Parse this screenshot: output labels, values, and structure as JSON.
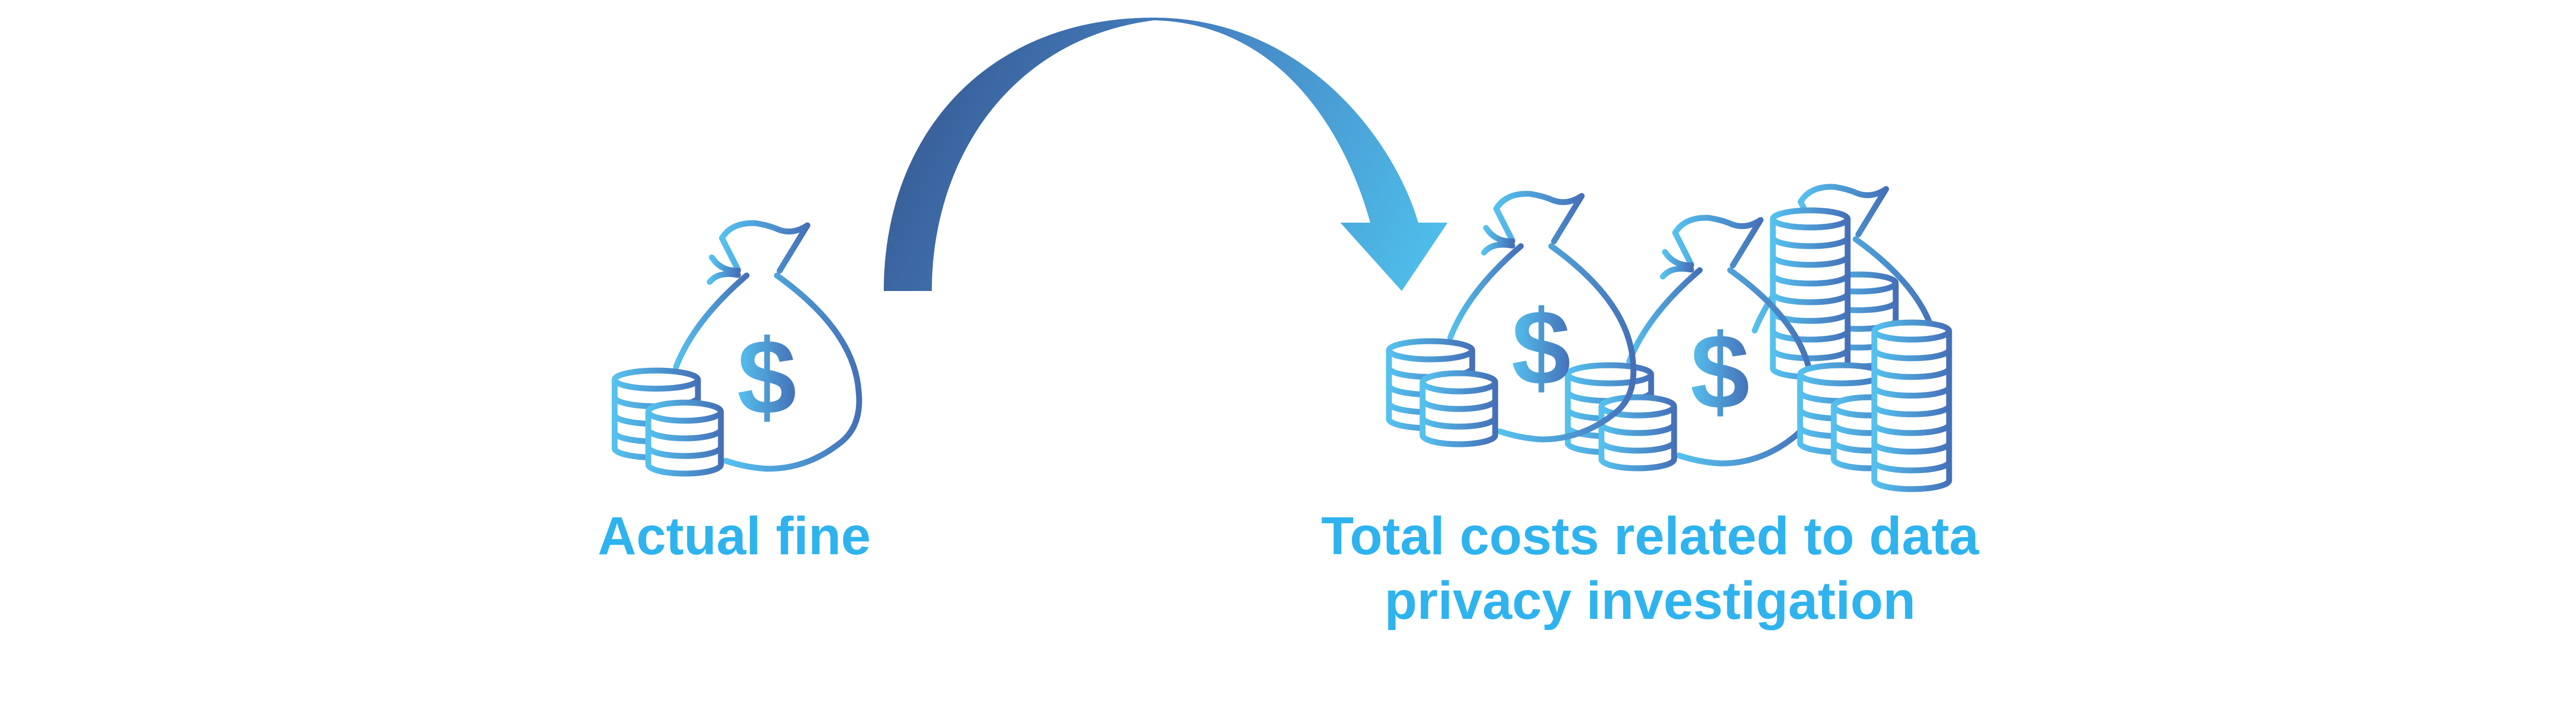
{
  "left": {
    "label": "Actual fine",
    "icon": "money-bag-with-coins-icon"
  },
  "right": {
    "label_lines": [
      "Total costs related to data",
      "privacy investigation"
    ],
    "icon": "multiple-money-bags-with-coins-icon"
  },
  "arrow": {
    "icon": "curved-arrow-icon"
  },
  "colors": {
    "text": "#2eb3ee",
    "icon_gradient_start": "#55c1ee",
    "icon_gradient_end": "#4570b8",
    "arrow_dark": "#34548c",
    "arrow_light": "#4fc3ee"
  }
}
